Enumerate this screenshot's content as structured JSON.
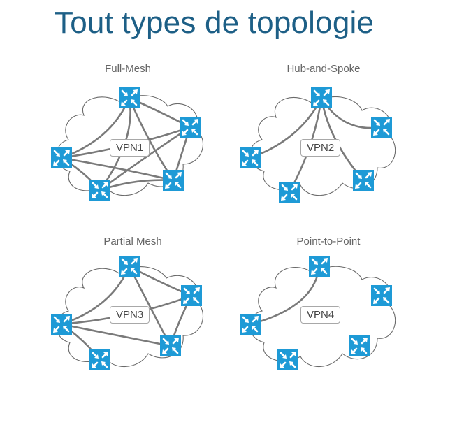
{
  "slide": {
    "title": "Tout types de topologie"
  },
  "colors": {
    "title": "#1d5f86",
    "router": "#1e9ad6",
    "router_icon": "#ffffff",
    "link": "#7a7a7a",
    "cloud": "#6a6a6a"
  },
  "icon": "router-icon",
  "panels": [
    {
      "id": "full-mesh",
      "title": "Full-Mesh",
      "vpn": "VPN1"
    },
    {
      "id": "hub-and-spoke",
      "title": "Hub-and-Spoke",
      "vpn": "VPN2"
    },
    {
      "id": "partial-mesh",
      "title": "Partial Mesh",
      "vpn": "VPN3"
    },
    {
      "id": "point-to-point",
      "title": "Point-to-Point",
      "vpn": "VPN4"
    }
  ]
}
